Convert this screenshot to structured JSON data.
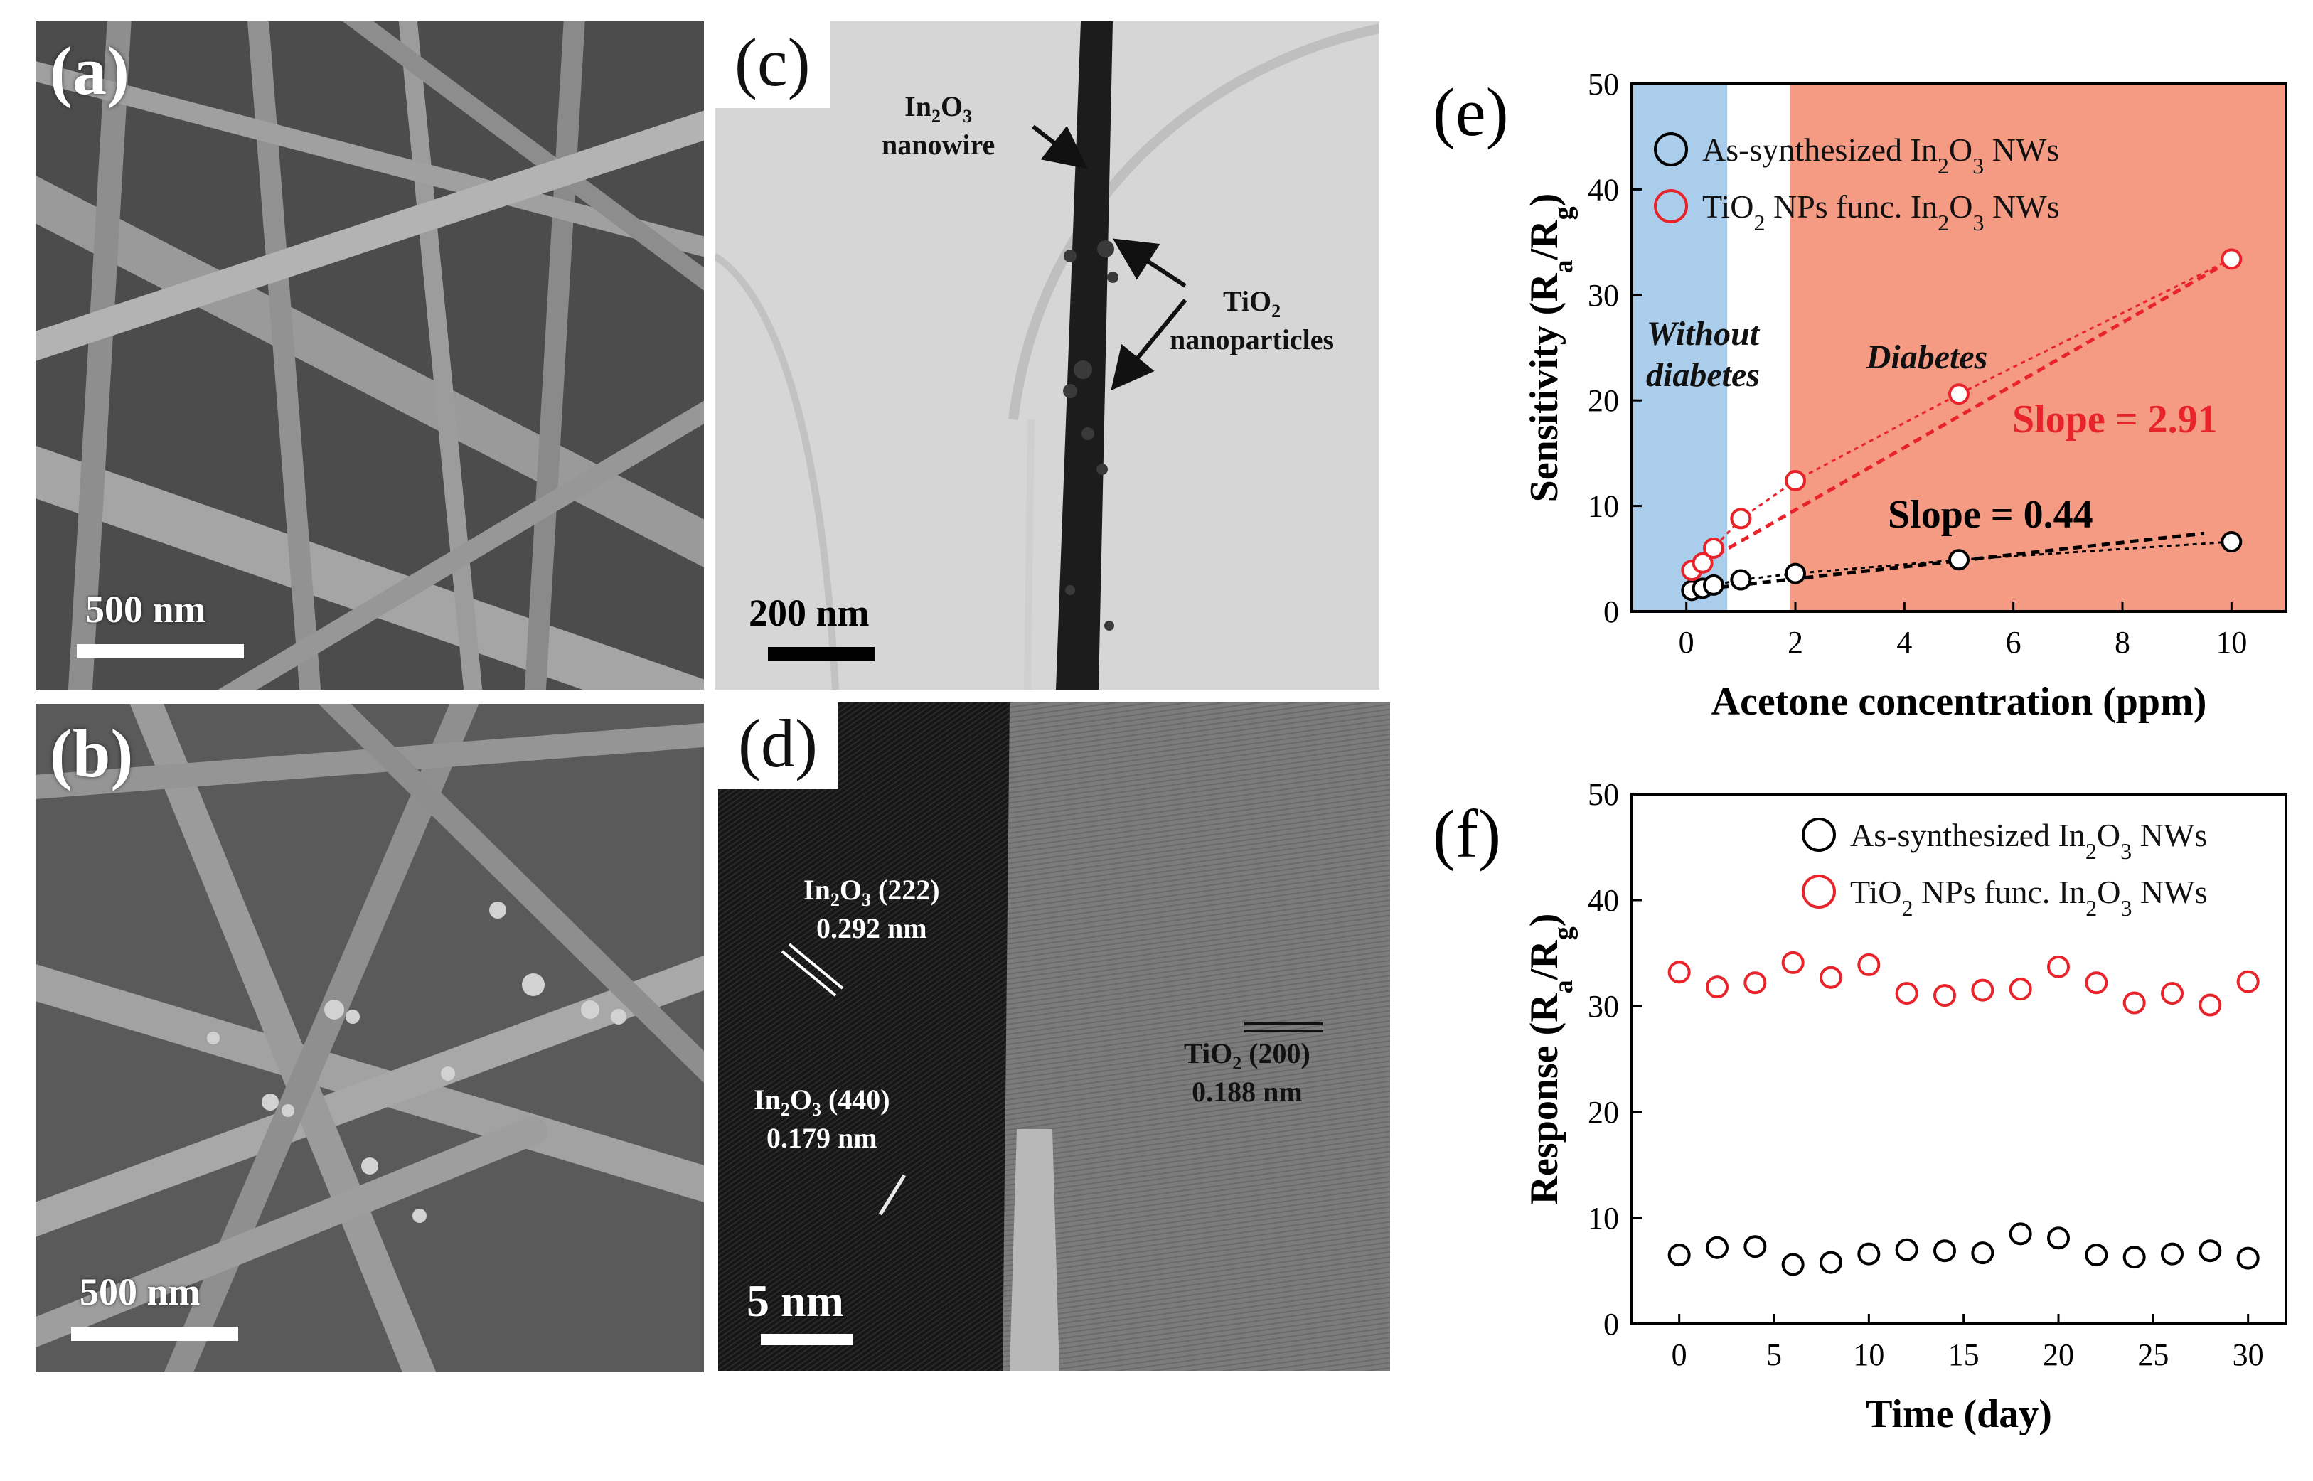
{
  "panels": {
    "a": {
      "label": "(a)",
      "scale_text": "500 nm"
    },
    "b": {
      "label": "(b)",
      "scale_text": "500 nm"
    },
    "c": {
      "label": "(c)",
      "scale_text": "200 nm",
      "annotations": {
        "nanowire_line1": "In2O3",
        "nanowire_line2": "nanowire",
        "particles_line1": "TiO2",
        "particles_line2": "nanoparticles"
      }
    },
    "d": {
      "label": "(d)",
      "scale_text": "5 nm",
      "annotations": {
        "in222_name": "In2O3 (222)",
        "in222_d": "0.292 nm",
        "in440_name": "In2O3 (440)",
        "in440_d": "0.179 nm",
        "tio2_name": "TiO2 (200)",
        "tio2_d": "0.188 nm"
      }
    }
  },
  "chart_data": [
    {
      "panel": "(e)",
      "type": "scatter",
      "xlabel": "Acetone concentration (ppm)",
      "ylabel": "Sensitivity (Ra/Rg)",
      "xlim": [
        -1,
        11
      ],
      "ylim": [
        0,
        50
      ],
      "xticks": [
        0,
        2,
        4,
        6,
        8,
        10
      ],
      "yticks": [
        0,
        10,
        20,
        30,
        40,
        50
      ],
      "regions": [
        {
          "label_lines": [
            "Without",
            "diabetes"
          ],
          "x_range": [
            -1,
            0.75
          ],
          "color": "#a9cdea"
        },
        {
          "label_lines": [
            "Diabetes"
          ],
          "x_range": [
            1.9,
            11
          ],
          "color": "#f59a83"
        }
      ],
      "legend_position": "top-left",
      "series": [
        {
          "name": "As-synthesized In2O3 NWs",
          "color": "#000000",
          "x": [
            0.1,
            0.3,
            0.5,
            1,
            2,
            5,
            10
          ],
          "y": [
            2.0,
            2.2,
            2.5,
            3.0,
            3.6,
            4.9,
            6.6
          ]
        },
        {
          "name": "TiO2 NPs func. In2O3 NWs",
          "color": "#e8232a",
          "x": [
            0.1,
            0.3,
            0.5,
            1,
            2,
            5,
            10
          ],
          "y": [
            3.9,
            4.6,
            6.0,
            8.8,
            12.4,
            20.6,
            33.4
          ]
        }
      ],
      "fits": [
        {
          "label": "Slope = 2.91",
          "color": "#e8232a",
          "x": [
            0.1,
            10
          ],
          "y": [
            4.0,
            33.3
          ]
        },
        {
          "label": "Slope = 0.44",
          "color": "#000000",
          "x": [
            0.1,
            9.5
          ],
          "y": [
            2.0,
            7.4
          ]
        }
      ],
      "region_label_italic": true
    },
    {
      "panel": "(f)",
      "type": "scatter",
      "xlabel": "Time (day)",
      "ylabel": "Response (Ra/Rg)",
      "xlim": [
        -2.5,
        32
      ],
      "ylim": [
        0,
        50
      ],
      "xticks": [
        0,
        5,
        10,
        15,
        20,
        25,
        30
      ],
      "yticks": [
        0,
        10,
        20,
        30,
        40,
        50
      ],
      "legend_position": "top-right",
      "series": [
        {
          "name": "As-synthesized In2O3 NWs",
          "color": "#000000",
          "x": [
            0,
            2,
            4,
            6,
            8,
            10,
            12,
            14,
            16,
            18,
            20,
            22,
            24,
            26,
            28,
            30
          ],
          "y": [
            6.5,
            7.2,
            7.3,
            5.6,
            5.8,
            6.6,
            7.0,
            6.9,
            6.7,
            8.5,
            8.1,
            6.5,
            6.3,
            6.6,
            6.9,
            6.2
          ]
        },
        {
          "name": "TiO2 NPs func. In2O3 NWs",
          "color": "#e8232a",
          "x": [
            0,
            2,
            4,
            6,
            8,
            10,
            12,
            14,
            16,
            18,
            20,
            22,
            24,
            26,
            28,
            30
          ],
          "y": [
            33.2,
            31.8,
            32.2,
            34.1,
            32.7,
            33.9,
            31.2,
            31.0,
            31.5,
            31.6,
            33.7,
            32.2,
            30.3,
            31.2,
            30.1,
            32.3
          ]
        }
      ]
    }
  ]
}
